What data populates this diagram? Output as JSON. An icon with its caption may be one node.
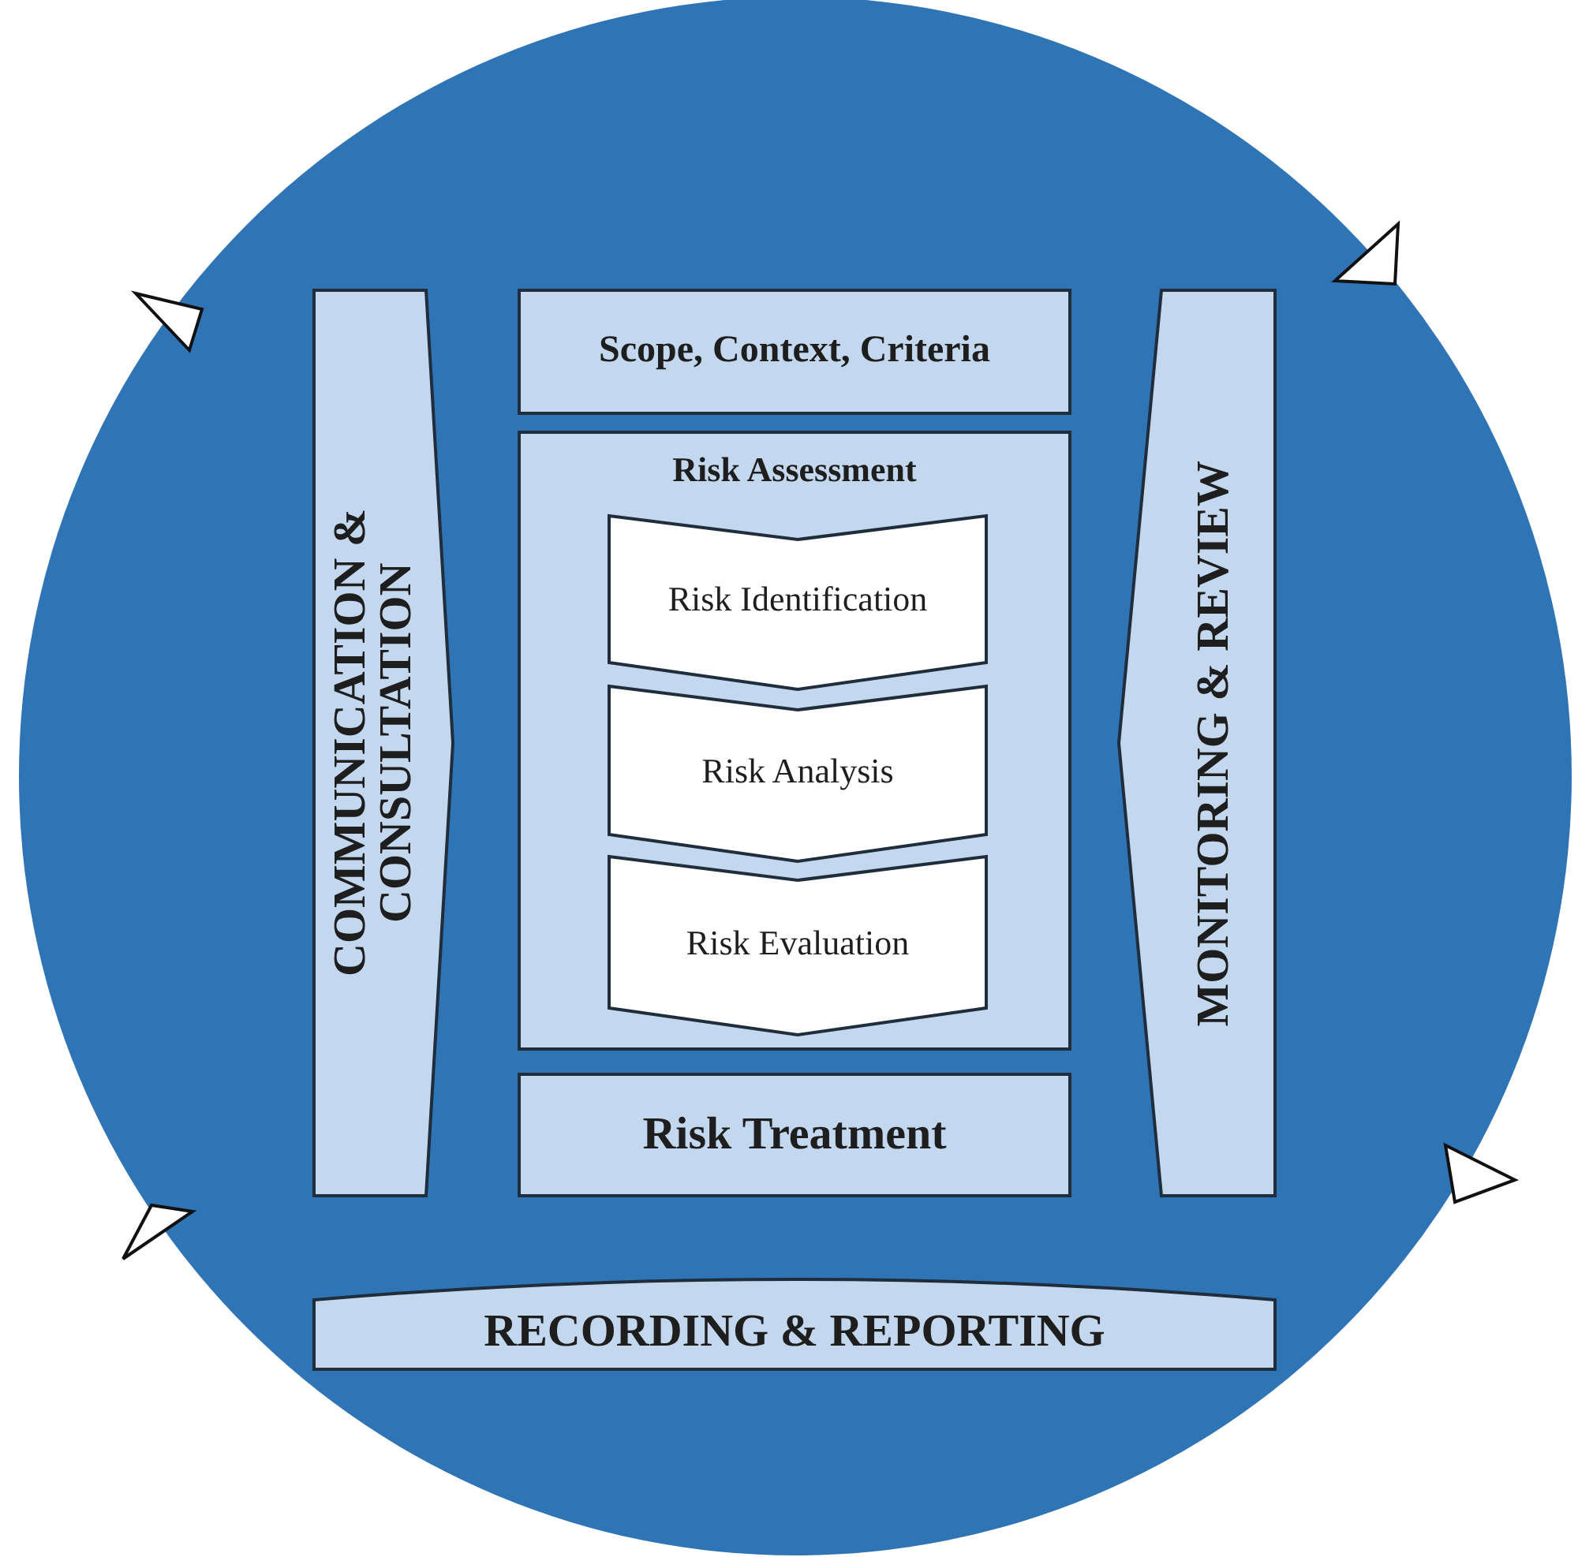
{
  "diagram": {
    "nodes": [
      {
        "text": [],
        "shape": "circle"
      },
      {
        "text": [
          "COMMUNICATION & CONSULTATION"
        ],
        "in": 0
      },
      {
        "text": [
          "Scope, Context, Criteria"
        ],
        "in": 0
      },
      {
        "text": [
          "Risk Assessment"
        ],
        "in": 0
      },
      {
        "text": [
          "Risk Identification"
        ],
        "in": 3
      },
      {
        "text": [
          "Risk Analysis"
        ],
        "in": 3
      },
      {
        "text": [
          "Risk Evaluation"
        ],
        "in": 3
      },
      {
        "text": [
          "Risk Treatment"
        ],
        "in": 0
      },
      {
        "text": [
          "MONITORING & REVIEW"
        ],
        "in": 0
      },
      {
        "text": [
          "RECORDING & REPORTING"
        ],
        "in": 0
      }
    ]
  }
}
